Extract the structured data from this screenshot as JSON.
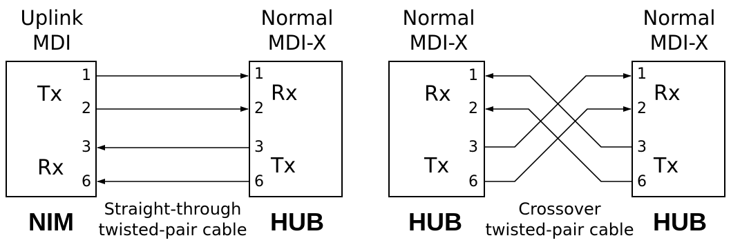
{
  "left": {
    "device_a": {
      "header_line1": "Uplink",
      "header_line2": "MDI",
      "tx_label": "Tx",
      "rx_label": "Rx",
      "name": "NIM",
      "pins": [
        "1",
        "2",
        "3",
        "6"
      ]
    },
    "device_b": {
      "header_line1": "Normal",
      "header_line2": "MDI-X",
      "rx_label": "Rx",
      "tx_label": "Tx",
      "name": "HUB",
      "pins": [
        "1",
        "2",
        "3",
        "6"
      ]
    },
    "cable_line1": "Straight-through",
    "cable_line2": "twisted-pair cable"
  },
  "right": {
    "device_a": {
      "header_line1": "Normal",
      "header_line2": "MDI-X",
      "rx_label": "Rx",
      "tx_label": "Tx",
      "name": "HUB",
      "pins": [
        "1",
        "2",
        "3",
        "6"
      ]
    },
    "device_b": {
      "header_line1": "Normal",
      "header_line2": "MDI-X",
      "rx_label": "Rx",
      "tx_label": "Tx",
      "name": "HUB",
      "pins": [
        "1",
        "2",
        "3",
        "6"
      ]
    },
    "cable_line1": "Crossover",
    "cable_line2": "twisted-pair cable"
  }
}
